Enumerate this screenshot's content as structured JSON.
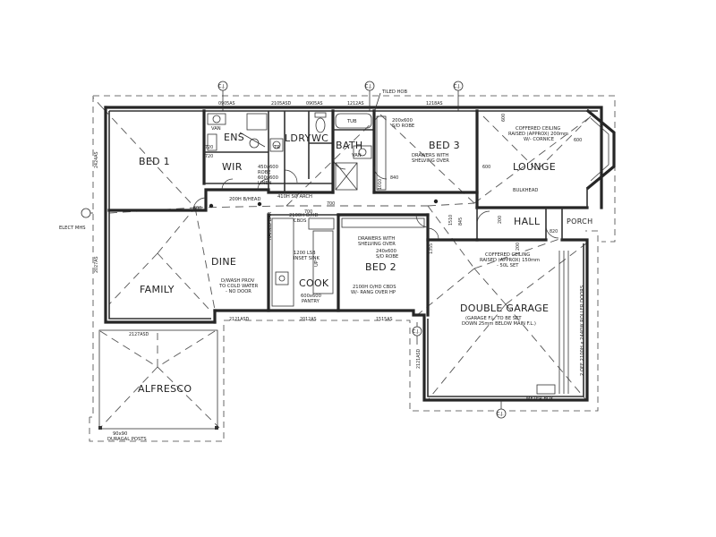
{
  "rooms": {
    "bed1": "BED 1",
    "ens": "ENS",
    "wir": "WIR",
    "ldry": "LDRY",
    "wc": "WC",
    "bath": "BATH",
    "bed3": "BED 3",
    "lounge": "LOUNGE",
    "hall": "HALL",
    "porch": "PORCH",
    "dine": "DINE",
    "family": "FAMILY",
    "cook": "COOK",
    "bed2": "BED 2",
    "garage": "DOUBLE GARAGE",
    "alfresco": "ALFRESCO"
  },
  "notes": {
    "tiled_hob": "TILED HOB",
    "van_ens": "VAN",
    "tub": "TUB",
    "van_bath": "VAN",
    "tr": "TR",
    "robe3": "200x600",
    "robe3b": "S/D ROBE",
    "drawers3a": "DRAWERS WITH",
    "drawers3b": "SHELVING OVER",
    "coffered_lounge_a": "COFFERED CEILING",
    "coffered_lounge_b": "RAISED (APPROX) 200mm",
    "coffered_lounge_c": "W/- CORNICE",
    "bulkhead": "BULKHEAD",
    "rebate_a": "450x600",
    "rebate_b": "ROBE",
    "linen_a": "600x600",
    "linen_b": "LINEN",
    "arch": "410H SQ ARCH",
    "bhead": "200H B/HEAD",
    "oh_a": "2100H O/HD",
    "oh_b": "CBDS",
    "raised_bar": "RAISED BAR",
    "sink_a": "1200 LSB",
    "sink_b": "INSET SINK",
    "dwash_a": "D/WASH PROV",
    "dwash_b": "TO COLD WATER",
    "dwash_c": "- NO DOOR",
    "pantry_a": "600x600",
    "pantry_b": "PANTRY",
    "oh_cook_a": "2100H O/HD CBDS",
    "oh_cook_b": "W/- RANG OVER HP",
    "drawers2a": "DRAWERS WITH",
    "drawers2b": "SHELVING OVER",
    "robe2a": "240x600",
    "robe2b": "S/D ROBE",
    "coffered_garage_a": "COFFERED CEILING",
    "coffered_garage_b": "RAISED (APPROX) 150mm",
    "coffered_garage_c": "- 50L SET",
    "garage_fl_a": "(GARAGE F.L. TO BE SET",
    "garage_fl_b": "DOWN 25mm BELOW MAIN F.L.)",
    "roller_doors": "2 OFF 2100H x 2440W ROLLER DOORS",
    "meter_box": "METER BOX",
    "posts_a": "90x90",
    "posts_b": "DURAGAL POSTS",
    "elect": "ELECT MHS",
    "up": "UP"
  },
  "dims": {
    "d_top1": "0905AS",
    "d_top2": "2105ASD",
    "d_top3": "0905AS",
    "d_top4": "1212AS",
    "d_top5": "1218AS",
    "d_left1": "2424AS",
    "d_left2": "2027AS",
    "d_bot1": "2121ASD",
    "d_bot2": "2012AS",
    "d_bot3": "1515AS",
    "d_alf": "2127ASD",
    "d_gar": "2121ASD",
    "d_720a": "720",
    "d_720b": "720",
    "d_600": "600",
    "d_700a": "700",
    "d_700b": "700",
    "d_820": "820",
    "d_200a": "200",
    "d_200b": "200",
    "d_1510": "1510",
    "d_845": "845",
    "d_600b": "600",
    "d_600c": "600",
    "d_600d": "600",
    "d_1355": "1355",
    "d_1010": "1010",
    "d_840": "840"
  },
  "markers": {
    "m1": "C.J.",
    "m2": "C.J.",
    "m3": "C.J.",
    "m4": "C.J.",
    "m5": "C.J."
  },
  "colors": {
    "ink": "#262626",
    "paper": "#ffffff"
  }
}
